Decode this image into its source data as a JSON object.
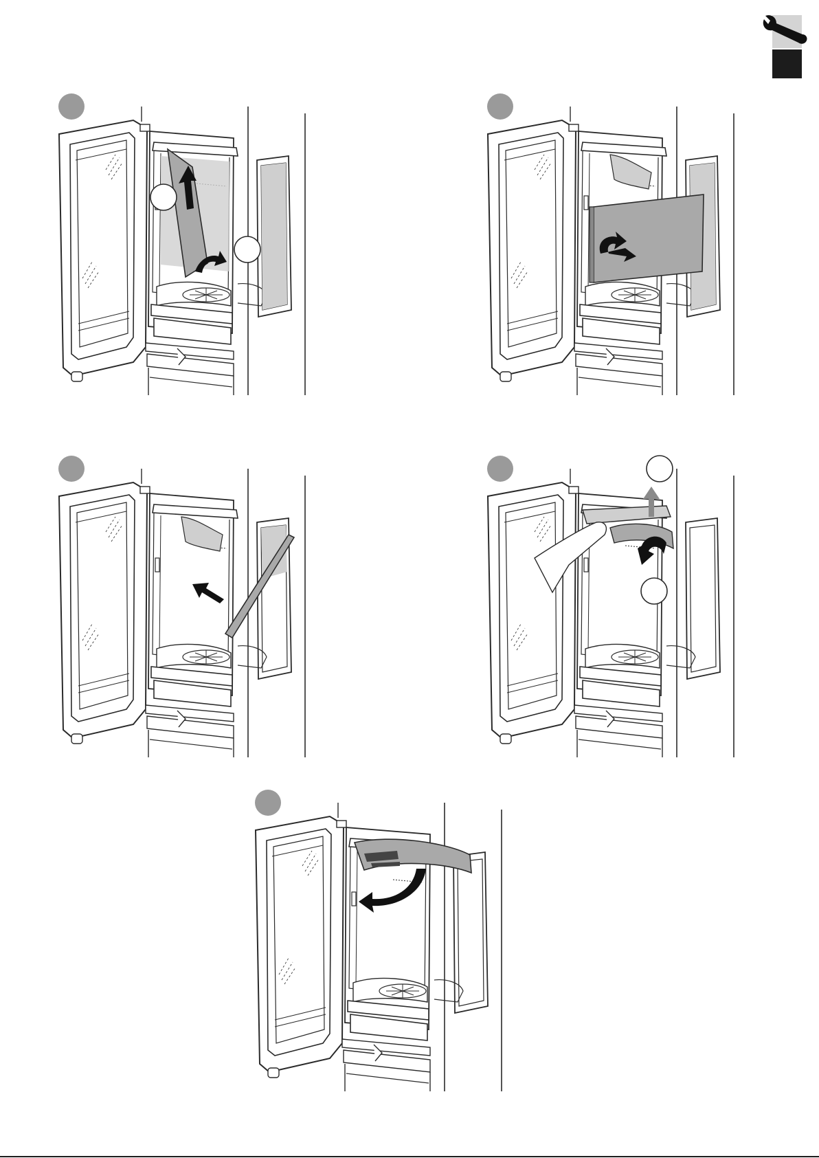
{
  "colors": {
    "line": "#2a2a2a",
    "panel_fill": "#a9a9a9",
    "light_fill": "#cfcfcf",
    "step_marker": "#9a9a9a",
    "tab_light": "#d4d4d4",
    "tab_dark": "#1c1c1c",
    "arrow": "#111111"
  },
  "icons": {
    "corner": "wrench-icon"
  },
  "steps": [
    {
      "id": "step-1",
      "action": "lift-panel-up",
      "callouts": 2
    },
    {
      "id": "step-2",
      "action": "swing-panel-out",
      "callouts": 0
    },
    {
      "id": "step-3",
      "action": "pull-panel-out",
      "callouts": 0
    },
    {
      "id": "step-4",
      "action": "lift-and-tilt-baffle",
      "callouts": 2
    },
    {
      "id": "step-5",
      "action": "lower-baffle-out",
      "callouts": 0
    }
  ]
}
